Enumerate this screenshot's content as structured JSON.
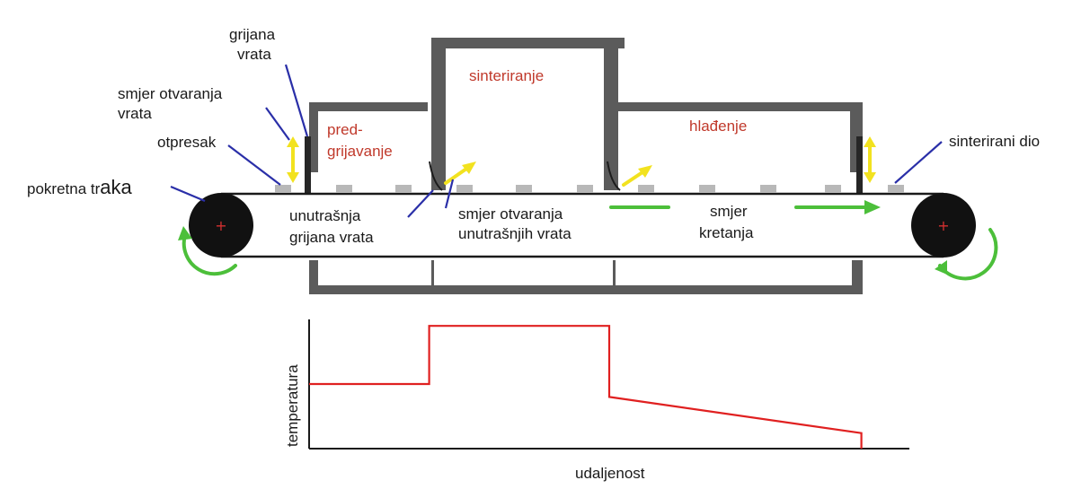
{
  "labels": {
    "grijana_vrata_1": "grijana",
    "grijana_vrata_2": "vrata",
    "smjer_otvaranja_vrata_1": "smjer otvaranja",
    "smjer_otvaranja_vrata_2": "vrata",
    "otpresak": "otpresak",
    "pokretna_traka_a": "pokretna tr",
    "pokretna_traka_b": "aka",
    "pred_1": "pred-",
    "pred_2": "grijavanje",
    "sinteriranje": "sinteriranje",
    "hladenje": "hlađenje",
    "sinterirani_dio": "sinterirani dio",
    "unutarnja_1": "unutrašnja",
    "unutarnja_2": "grijana vrata",
    "smjer_unutarnjih_1": "smjer otvaranja",
    "smjer_unutarnjih_2": "unutrašnjih vrata",
    "smjer_kretanja_1": "smjer",
    "smjer_kretanja_2": "kretanja",
    "temperatura": "temperatura",
    "udaljenost": "udaljenost"
  },
  "colors": {
    "furnace_wall": "#5b5b5b",
    "zone_label": "#c0392b",
    "temperature_line": "#e02020",
    "motion_arrow": "#4cbf3a",
    "door_arrow": "#f2e21f",
    "leader_line": "#2a2fa8"
  },
  "chart_data": {
    "type": "line",
    "xlabel": "udaljenost",
    "ylabel": "temperatura",
    "x": [
      0,
      0.2,
      0.2,
      0.5,
      0.5,
      0.92,
      0.92
    ],
    "y": [
      0.5,
      0.5,
      0.95,
      0.95,
      0.4,
      0.12,
      0.0
    ]
  }
}
